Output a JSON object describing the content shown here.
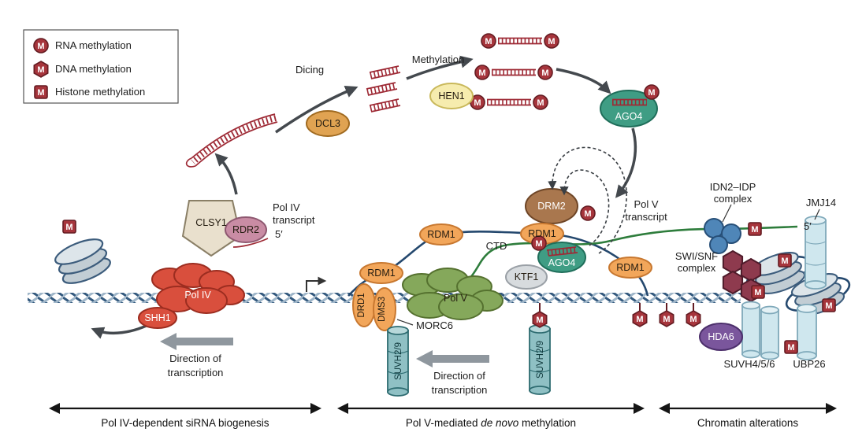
{
  "badge": {
    "m": "M"
  },
  "legend": {
    "rna": "RNA methylation",
    "dna": "DNA methylation",
    "histone": "Histone methylation"
  },
  "proteins": {
    "dcl3": "DCL3",
    "hen1": "HEN1",
    "ago4": "AGO4",
    "clsy1": "CLSY1",
    "rdr2": "RDR2",
    "pol4": "Pol IV",
    "shh1": "SHH1",
    "drm2": "DRM2",
    "rdm1": "RDM1",
    "ctd": "CTD",
    "ktf1": "KTF1",
    "pol5": "Pol V",
    "drd1": "DRD1",
    "dms3": "DMS3",
    "morc6": "MORC6",
    "suvh29": "SUVH2/9",
    "hda6": "HDA6",
    "suvh456": "SUVH4/5/6",
    "ubp26": "UBP26",
    "jmj14": "JMJ14"
  },
  "annotations": {
    "dicing": "Dicing",
    "methylation": "Methylation",
    "pol4_transcript_line1": "Pol IV",
    "pol4_transcript_line2": "transcript",
    "five_prime": "5′",
    "pol5_transcript_line1": "Pol V",
    "pol5_transcript_line2": "transcript",
    "idn2_line1": "IDN2–IDP",
    "idn2_line2": "complex",
    "swisnf_line1": "SWI/SNF",
    "swisnf_line2": "complex",
    "direction_line1": "Direction of",
    "direction_line2": "transcription"
  },
  "sections": {
    "s1": "Pol IV-dependent siRNA biogenesis",
    "s2_prefix": "Pol V-mediated ",
    "s2_italic": "de novo",
    "s2_suffix": " methylation",
    "s3": "Chromatin alterations"
  },
  "colors": {
    "methyl_badge": "#a6353c",
    "pol_iv": "#d94f3d",
    "pol_v": "#85a85b",
    "ago4": "#3f9d84",
    "rdm1": "#f2a65a",
    "drm2": "#a9774e",
    "dcl3": "#e0a352",
    "hen1": "#f6ecae",
    "hda6": "#7a569c",
    "idn2": "#4f86b8",
    "swi_snf": "#8e3a4e",
    "suvh29": "#8fc0c4",
    "chromatin_cylinder": "#cfe7ee",
    "dna_dark": "#33597e",
    "dna_light": "#9fb6c9",
    "transcript_green": "#2e7d3c",
    "scaffold_navy": "#24486e",
    "rna_red": "#9e2a35"
  }
}
